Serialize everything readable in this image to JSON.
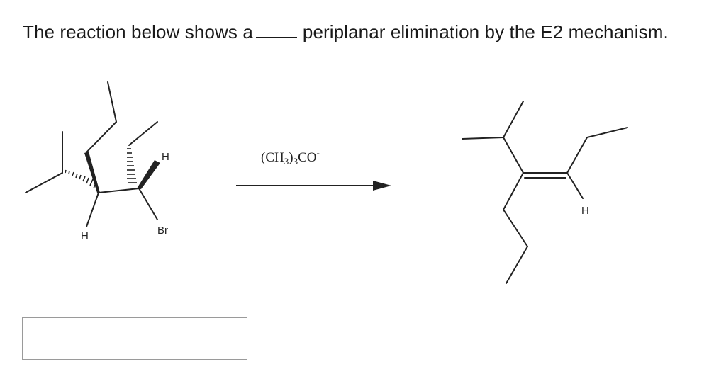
{
  "question": {
    "prefix": "The reaction below shows a",
    "suffix": "periplanar elimination by the E2 mechanism."
  },
  "reactant": {
    "labels": {
      "h_top": "H",
      "h_bottom": "H",
      "br": "Br"
    }
  },
  "reagent": {
    "parts": [
      "(CH",
      "3",
      ")",
      "3",
      "CO",
      "-"
    ]
  },
  "product": {
    "labels": {
      "h": "H"
    }
  },
  "answer": {
    "value": "",
    "placeholder": ""
  }
}
